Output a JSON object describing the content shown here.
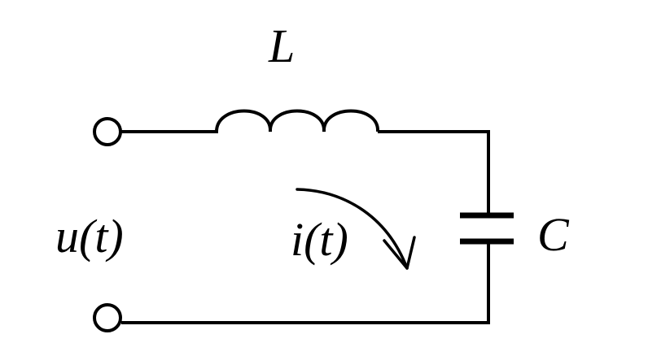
{
  "labels": {
    "inductor": "L",
    "capacitor": "C",
    "voltage": "u(t)",
    "current": "i(t)"
  },
  "colors": {
    "stroke": "#000000",
    "background": "#ffffff"
  }
}
